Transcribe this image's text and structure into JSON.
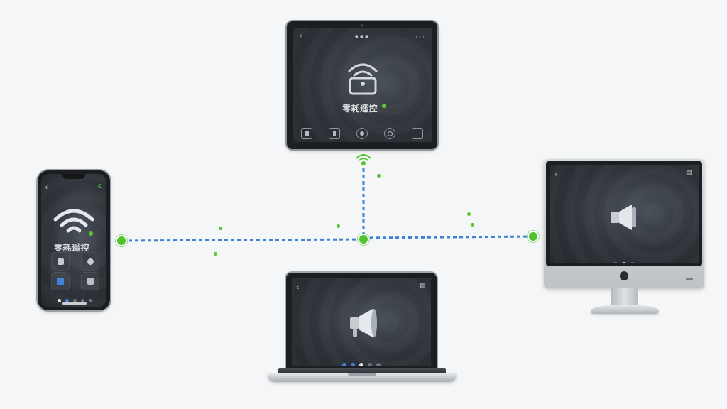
{
  "devices": {
    "phone": {
      "status_back": "‹",
      "status_right": "⊙",
      "app_title": "零耗遥控",
      "page_dots_count": 5
    },
    "tablet": {
      "status_left": "⚡",
      "status_mid": "▪ ▪ ▪",
      "status_right": "▭ ▭",
      "app_title": "零耗遥控",
      "tab_count": 5
    },
    "desktop": {
      "back_glyph": "‹",
      "menu_glyph": "▤",
      "apple_logo": "",
      "page_dots_count": 3
    },
    "laptop": {
      "back_glyph": "‹",
      "menu_glyph": "▤",
      "page_dots_count": 5
    }
  },
  "icons": {
    "wifi": "wifi-icon",
    "speaker": "speaker-icon",
    "megaphone": "megaphone-icon"
  },
  "colors": {
    "link_line": "#3d82d6",
    "node_green": "#4fc22c",
    "screen_dark": "#2f343a",
    "bezel": "#1c1e21"
  }
}
